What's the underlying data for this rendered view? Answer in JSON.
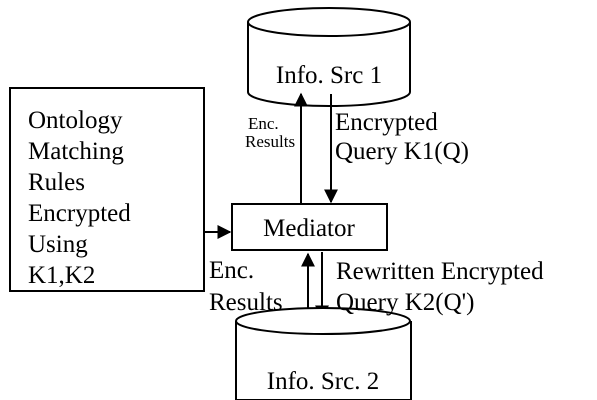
{
  "rules_box": {
    "lines": [
      "Ontology",
      "Matching",
      "Rules",
      "Encrypted",
      "Using",
      "K1,K2"
    ]
  },
  "mediator": {
    "label": "Mediator"
  },
  "source1": {
    "label": "Info. Src 1"
  },
  "source2": {
    "label": "Info. Src. 2"
  },
  "upper_link": {
    "results_lines": [
      "Enc.",
      "Results"
    ],
    "query_lines": [
      "Encrypted",
      "Query K1(Q)"
    ]
  },
  "lower_link": {
    "results_lines": [
      "Enc.",
      "Results"
    ],
    "query_lines": [
      "Rewritten Encrypted",
      "Query K2(Q')"
    ]
  }
}
